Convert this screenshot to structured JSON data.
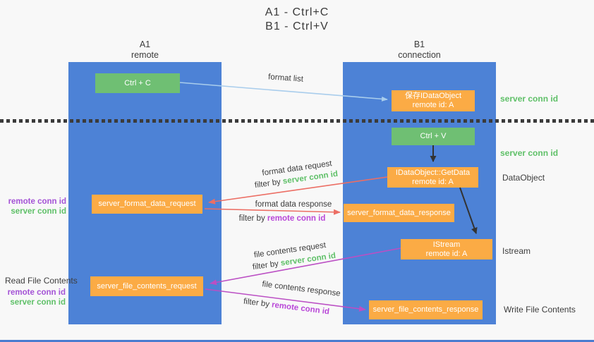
{
  "title": {
    "line1": "A1 - Ctrl+C",
    "line2": "B1 - Ctrl+V"
  },
  "columns": {
    "left": {
      "name": "A1",
      "subtitle": "remote"
    },
    "right": {
      "name": "B1",
      "subtitle": "connection"
    }
  },
  "nodes": {
    "ctrl_c": {
      "label": "Ctrl + C"
    },
    "save_idataobject": {
      "line1": "保存IDataObject",
      "line2": "remote id: A"
    },
    "ctrl_v": {
      "label": "Ctrl + V"
    },
    "getdata": {
      "line1": "IDataObject::GetData",
      "line2": "remote id: A"
    },
    "server_format_data_request": {
      "label": "server_format_data_request"
    },
    "server_format_data_response": {
      "label": "server_format_data_response"
    },
    "istream": {
      "line1": "IStream",
      "line2": "remote id: A"
    },
    "server_file_contents_request": {
      "label": "server_file_contents_request"
    },
    "server_file_contents_response": {
      "label": "server_file_contents_response"
    }
  },
  "side_labels": {
    "right_server_conn_id_1": "server conn id",
    "right_server_conn_id_2": "server conn id",
    "dataobject": "DataObject",
    "istream": "Istream",
    "write_file_contents": "Write File Contents",
    "read_file_contents": "Read File Contents",
    "left_top": {
      "remote": "remote conn id",
      "server": "server conn id"
    },
    "left_bottom": {
      "remote": "remote conn id",
      "server": "server conn id"
    }
  },
  "edges": {
    "format_list": {
      "label": "format list"
    },
    "format_data_request": {
      "label": "format data request",
      "filter_prefix": "filter by",
      "filter_key": "server conn id"
    },
    "format_data_response": {
      "label": "format data response",
      "filter_prefix": "filter by",
      "filter_key": "remote conn id"
    },
    "file_contents_request": {
      "label": "file contents request",
      "filter_prefix": "filter by",
      "filter_key": "server conn id"
    },
    "file_contents_response": {
      "label": "file contents response",
      "filter_prefix": "filter by",
      "filter_key": "remote conn id"
    }
  },
  "colors": {
    "column_blue": "#4d82d6",
    "node_green": "#6fbf73",
    "node_orange": "#fbab45",
    "arrow_red": "#ec6e64",
    "arrow_magenta": "#bb4fc4",
    "arrow_lightblue": "#a9cdec",
    "arrow_black": "#333333",
    "text_green": "#5fc068",
    "text_purple": "#a453d6",
    "background": "#f8f8f8"
  }
}
